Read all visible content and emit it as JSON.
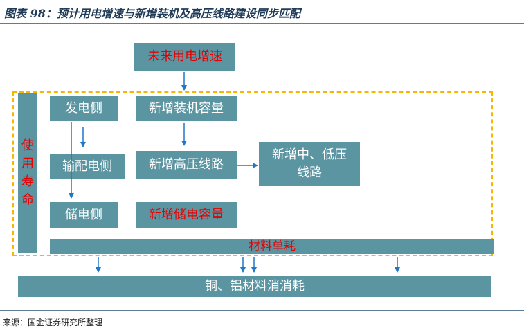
{
  "title": "图表 98：预计用电增速与新增装机及高压线路建设同步匹配",
  "source": "来源：国金证券研究所整理",
  "colors": {
    "box": "#5b95a2",
    "red_text": "#e60000",
    "dashed_border": "#f5b700",
    "arrow": "#1f77c8"
  },
  "nodes": {
    "future_growth": "未来用电增速",
    "service_life": [
      "使",
      "用",
      "寿",
      "命"
    ],
    "generation_side": "发电侧",
    "transmission_side": "输配电侧",
    "storage_side": "储电侧",
    "new_capacity": "新增装机容量",
    "new_hv_lines": "新增高压线路",
    "new_mlv_lines": [
      "新增中、低压",
      "线路"
    ],
    "new_storage": "新增储电容量",
    "material_consumption": "材料单耗",
    "copper_aluminum": "铜、铝材料消消耗"
  }
}
